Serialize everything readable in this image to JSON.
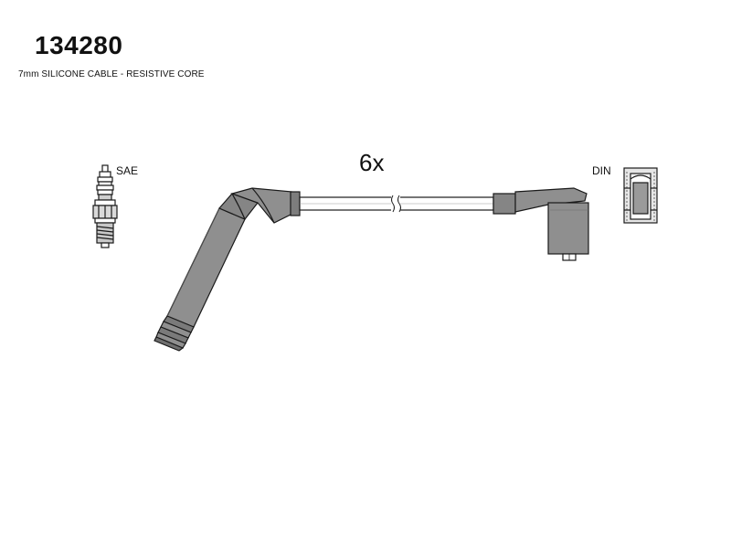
{
  "header": {
    "part_number": "134280",
    "description": "7mm SILICONE CABLE - RESISTIVE CORE"
  },
  "labels": {
    "spark_plug_standard": "SAE",
    "coil_standard": "DIN",
    "quantity": "6x"
  },
  "colors": {
    "cable_fill": "#8f8f8f",
    "cable_dark": "#6a6a6a",
    "outline": "#1a1a1a",
    "background": "#ffffff"
  },
  "icons": {
    "spark_plug": "spark-plug-icon",
    "coil_terminal": "din-coil-terminal-icon",
    "cable_break": "cable-break-icon"
  }
}
